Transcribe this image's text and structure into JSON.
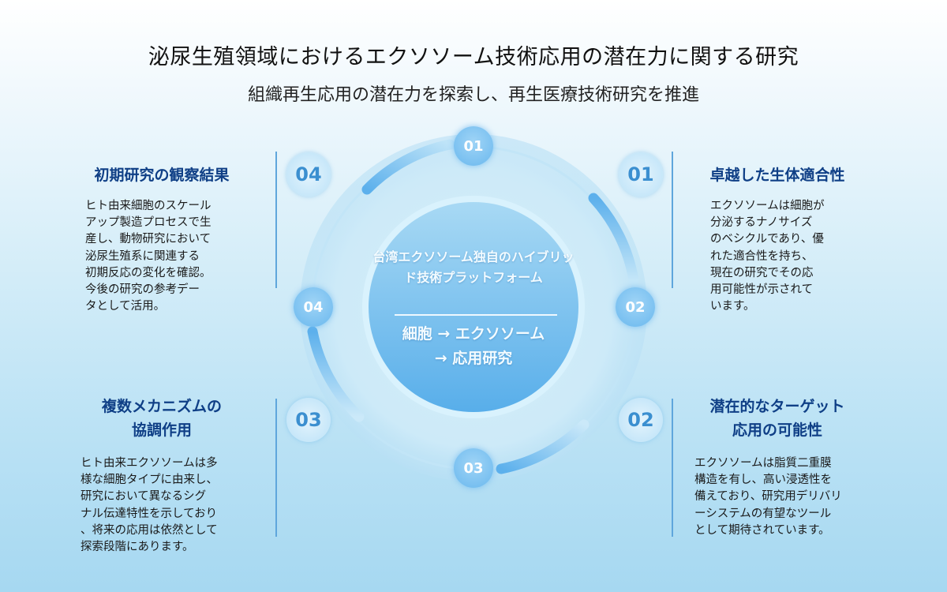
{
  "header": {
    "title": "泌尿生殖領域におけるエクソソーム技術応用の潜在力に関する研究",
    "subtitle": "組織再生応用の潜在力を探索し、再生医療技術研究を推進"
  },
  "center": {
    "platform": "台湾エクソソーム独自のハイブリッド技術プラットフォーム",
    "flow_line1": "細胞 → エクソソーム",
    "flow_line2": "→ 応用研究"
  },
  "ring_nodes": [
    "01",
    "02",
    "03",
    "04"
  ],
  "cards": [
    {
      "number": "01",
      "title": "卓越した生体適合性",
      "body": "エクソソームは細胞が\n分泌するナノサイズ\nのベシクルであり、優\nれた適合性を持ち、\n現在の研究でその応\n用可能性が示されて\nいます。"
    },
    {
      "number": "02",
      "title": "潜在的なターゲット\n応用の可能性",
      "body": "エクソソームは脂質二重膜\n構造を有し、高い浸透性を\n備えており、研究用デリバリ\nーシステムの有望なツール\nとして期待されています。"
    },
    {
      "number": "03",
      "title": "複数メカニズムの\n協調作用",
      "body": "ヒト由来エクソソームは多\n様な細胞タイプに由来し、\n研究において異なるシグ\nナル伝達特性を示しており\n、将来の応用は依然として\n探索段階にあります。"
    },
    {
      "number": "04",
      "title": "初期研究の観察結果",
      "body": "ヒト由来細胞のスケール\nアップ製造プロセスで生\n産し、動物研究において\n泌尿生殖系に関連する\n初期反応の変化を確認。\n今後の研究の参考デー\nタとして活用。"
    }
  ],
  "colors": {
    "title_blue": "#0f3f86",
    "accent": "#5ab0ea"
  }
}
